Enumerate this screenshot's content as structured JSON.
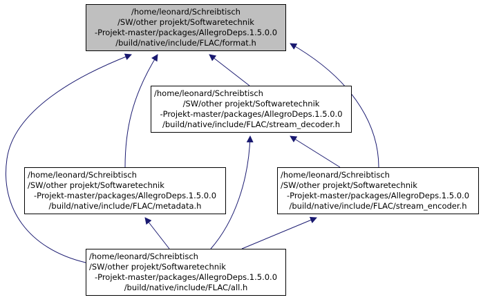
{
  "graph": {
    "nodes": {
      "format_h": {
        "lines": [
          "/home/leonard/Schreibtisch",
          "/SW/other projekt/Softwaretechnik",
          "-Projekt-master/packages/AllegroDeps.1.5.0.0",
          "/build/native/include/FLAC/format.h"
        ]
      },
      "stream_decoder_h": {
        "lines": [
          "/home/leonard/Schreibtisch",
          "/SW/other projekt/Softwaretechnik",
          "-Projekt-master/packages/AllegroDeps.1.5.0.0",
          "/build/native/include/FLAC/stream_decoder.h"
        ]
      },
      "metadata_h": {
        "lines": [
          "/home/leonard/Schreibtisch",
          "/SW/other projekt/Softwaretechnik",
          "-Projekt-master/packages/AllegroDeps.1.5.0.0",
          "/build/native/include/FLAC/metadata.h"
        ]
      },
      "stream_encoder_h": {
        "lines": [
          "/home/leonard/Schreibtisch",
          "/SW/other projekt/Softwaretechnik",
          "-Projekt-master/packages/AllegroDeps.1.5.0.0",
          "/build/native/include/FLAC/stream_encoder.h"
        ]
      },
      "all_h": {
        "lines": [
          "/home/leonard/Schreibtisch",
          "/SW/other projekt/Softwaretechnik",
          "-Projekt-master/packages/AllegroDeps.1.5.0.0",
          "/build/native/include/FLAC/all.h"
        ]
      }
    },
    "edges": [
      {
        "from": "stream_decoder_h",
        "to": "format_h"
      },
      {
        "from": "metadata_h",
        "to": "format_h"
      },
      {
        "from": "stream_encoder_h",
        "to": "format_h"
      },
      {
        "from": "all_h",
        "to": "format_h"
      },
      {
        "from": "stream_encoder_h",
        "to": "stream_decoder_h"
      },
      {
        "from": "all_h",
        "to": "stream_decoder_h"
      },
      {
        "from": "all_h",
        "to": "metadata_h"
      },
      {
        "from": "all_h",
        "to": "stream_encoder_h"
      }
    ],
    "colors": {
      "edge": "#191970",
      "current_node_fill": "#bfbfbf",
      "node_border": "#000000"
    }
  }
}
